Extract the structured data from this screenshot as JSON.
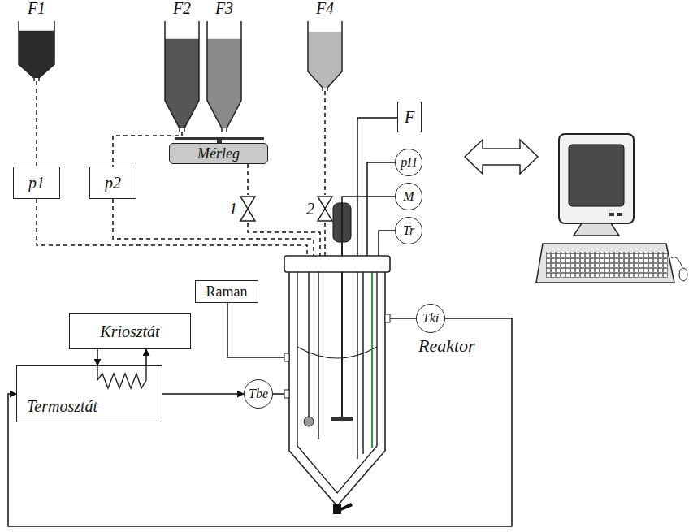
{
  "diagram": {
    "nodes": [
      {
        "text": [
          "F1"
        ]
      },
      {
        "text": [
          "F2"
        ]
      },
      {
        "text": [
          "F3"
        ]
      },
      {
        "text": [
          "F4"
        ]
      },
      {
        "text": [
          "p1"
        ]
      },
      {
        "text": [
          "p2"
        ]
      },
      {
        "text": [
          "Mérleg"
        ]
      },
      {
        "text": [
          "1"
        ]
      },
      {
        "text": [
          "2"
        ]
      },
      {
        "text": [
          "F"
        ]
      },
      {
        "text": [
          "pH"
        ]
      },
      {
        "text": [
          "M"
        ]
      },
      {
        "text": [
          "Tr"
        ]
      },
      {
        "text": [
          "Kriosztát"
        ]
      },
      {
        "text": [
          "Termosztát"
        ]
      },
      {
        "text": [
          "Raman"
        ]
      },
      {
        "text": [
          "Tbe"
        ]
      },
      {
        "text": [
          "Reaktor"
        ]
      },
      {
        "text": [
          "Tki"
        ]
      }
    ],
    "edges": [
      {
        "from": 0,
        "to": 4,
        "arrow": "none"
      },
      {
        "from": 4,
        "to": 17,
        "arrow": "none"
      },
      {
        "from": 1,
        "to": 5,
        "arrow": "none"
      },
      {
        "from": 5,
        "to": 17,
        "arrow": "none"
      },
      {
        "from": 6,
        "to": 7,
        "arrow": "none"
      },
      {
        "from": 7,
        "to": 17,
        "arrow": "none"
      },
      {
        "from": 3,
        "to": 8,
        "arrow": "none"
      },
      {
        "from": 8,
        "to": 17,
        "arrow": "none"
      },
      {
        "from": 9,
        "to": 17,
        "arrow": "none"
      },
      {
        "from": 10,
        "to": 17,
        "arrow": "none"
      },
      {
        "from": 11,
        "to": 17,
        "arrow": "none"
      },
      {
        "from": 12,
        "to": 17,
        "arrow": "none"
      },
      {
        "from": 15,
        "to": 17,
        "arrow": "none"
      },
      {
        "from": 13,
        "to": 14,
        "arrow": "to"
      },
      {
        "from": 14,
        "to": 13,
        "arrow": "to"
      },
      {
        "from": 14,
        "to": 16,
        "arrow": "to"
      },
      {
        "from": 16,
        "to": 17,
        "arrow": "none"
      },
      {
        "from": 17,
        "to": 18,
        "arrow": "none"
      },
      {
        "from": 18,
        "to": 14,
        "arrow": "to"
      }
    ]
  }
}
